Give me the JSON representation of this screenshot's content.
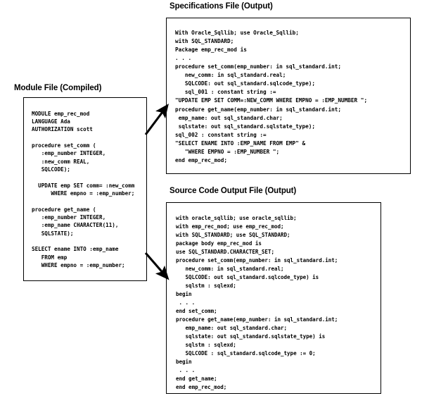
{
  "figure": {
    "panels": [
      {
        "id": "module",
        "title": "Module File (Compiled)",
        "code": "MODULE emp_rec_mod\nLANGUAGE Ada\nAUTHORIZATION scott\n\nprocedure set_comm (\n   :emp_number INTEGER,\n   :new_comm REAL,\n   SQLCODE);\n\n  UPDATE emp SET comm= :new_comm\n      WHERE empno = :emp_number;\n\nprocedure get_name (\n   :emp_number INTEGER,\n   :emp_name CHARACTER(11),\n   SQLSTATE);\n\nSELECT ename INTO :emp_name\n   FROM emp\n   WHERE empno = :emp_number;"
      },
      {
        "id": "spec",
        "title": "Specifications File (Output)",
        "code": "With Oracle_Sqllib; use Oracle_Sqllib;\nwith SQL_STANDARD;\nPackage emp_rec_mod is\n. . .\nprocedure set_comm(emp_number: in sql_standard.int;\n   new_comm: in sql_standard.real;\n   SQLCODE: out sql_standard.sqlcode_type);\n   sql_001 : constant string :=\n\"UPDATE EMP SET COMM=:NEW_COMM WHERE EMPNO = :EMP_NUMBER \";\nprocedure get_name(emp_number: in sql_standard.int;\n emp_name: out sql_standard.char;\n sqlstate: out sql_standard.sqlstate_type);\nsql_002 : constant string :=\n\"SELECT ENAME INTO :EMP_NAME FROM EMP\" &\n   \"WHERE EMPNO = :EMP_NUMBER \";\nend emp_rec_mod;"
      },
      {
        "id": "source",
        "title": "Source Code Output File (Output)",
        "code": "with oracle_sqllib; use oracle_sqllib;\nwith emp_rec_mod; use emp_rec_mod;\nwith SQL_STANDARD; use SQL_STANDARD;\npackage body emp_rec_mod is\nuse SQL_STANDARD.CHARACTER_SET;\nprocedure set_comm(emp_number: in sql_standard.int;\n   new_comm: in sql_standard.real;\n   SQLCODE: out sql_standard.sqlcode_type) is\n   sqlstm : sqlexd;\nbegin\n . . .\nend set_comm;\nprocedure get_name(emp_number: in sql_standard.int;\n   emp_name: out sql_standard.char;\n   sqlstate: out sql_standard.sqlstate_type) is\n   sqlstm : sqlexd;\n   SQLCODE : sql_standard.sqlcode_type := 0;\nbegin\n . . .\nend get_name;\nend emp_rec_mod;"
      }
    ],
    "arrows": [
      {
        "id": "module-to-spec",
        "label": "arrow-to-specifications-file"
      },
      {
        "id": "module-to-source",
        "label": "arrow-to-source-code-output-file"
      }
    ],
    "colors": {
      "ink": "#000000",
      "background": "#ffffff"
    }
  }
}
